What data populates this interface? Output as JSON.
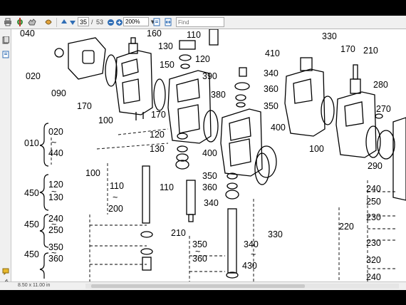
{
  "toolbar": {
    "page_current": "35",
    "page_separator": "/",
    "page_total": "53",
    "zoom": "200%",
    "find_placeholder": "Find",
    "icons": [
      "print-icon",
      "settings-icon",
      "hand-tool-icon",
      "prev-page-icon",
      "next-page-icon",
      "zoom-out-icon",
      "zoom-in-icon",
      "fit-page-icon",
      "fit-width-icon"
    ]
  },
  "status": {
    "page_size": "8.50 x 11.00 in"
  },
  "diagram": {
    "labels": [
      {
        "id": "l040",
        "text": "040"
      },
      {
        "id": "l160",
        "text": "160"
      },
      {
        "id": "l110a",
        "text": "110"
      },
      {
        "id": "l130a",
        "text": "130"
      },
      {
        "id": "l120a",
        "text": "120"
      },
      {
        "id": "l150",
        "text": "150"
      },
      {
        "id": "l390",
        "text": "390"
      },
      {
        "id": "l410",
        "text": "410"
      },
      {
        "id": "l340a",
        "text": "340"
      },
      {
        "id": "l380",
        "text": "380"
      },
      {
        "id": "l360a",
        "text": "360"
      },
      {
        "id": "l350a",
        "text": "350"
      },
      {
        "id": "l330a",
        "text": "330"
      },
      {
        "id": "l170a",
        "text": "170"
      },
      {
        "id": "l210a",
        "text": "210"
      },
      {
        "id": "l280",
        "text": "280"
      },
      {
        "id": "l270",
        "text": "270"
      },
      {
        "id": "l020a",
        "text": "020"
      },
      {
        "id": "l090",
        "text": "090"
      },
      {
        "id": "l170b",
        "text": "170"
      },
      {
        "id": "l170c",
        "text": "170"
      },
      {
        "id": "l100a",
        "text": "100"
      },
      {
        "id": "l010",
        "text": "010"
      },
      {
        "id": "l020b",
        "text": "020"
      },
      {
        "id": "l440",
        "text": "440"
      },
      {
        "id": "l120b",
        "text": "120"
      },
      {
        "id": "l130b",
        "text": "130"
      },
      {
        "id": "l400a",
        "text": "400"
      },
      {
        "id": "l400b",
        "text": "400"
      },
      {
        "id": "l100b",
        "text": "100"
      },
      {
        "id": "l100c",
        "text": "100"
      },
      {
        "id": "l290",
        "text": "290"
      },
      {
        "id": "l110b",
        "text": "110"
      },
      {
        "id": "l110c",
        "text": "110"
      },
      {
        "id": "l200",
        "text": "200"
      },
      {
        "id": "l350b",
        "text": "350"
      },
      {
        "id": "l360b",
        "text": "360"
      },
      {
        "id": "l340b",
        "text": "340"
      },
      {
        "id": "l450a",
        "text": "450"
      },
      {
        "id": "l120c",
        "text": "120"
      },
      {
        "id": "l130c",
        "text": "130"
      },
      {
        "id": "l240a",
        "text": "240"
      },
      {
        "id": "l250a",
        "text": "250"
      },
      {
        "id": "l230a",
        "text": "230"
      },
      {
        "id": "l450b",
        "text": "450"
      },
      {
        "id": "l240b",
        "text": "240"
      },
      {
        "id": "l250b",
        "text": "250"
      },
      {
        "id": "l210b",
        "text": "210"
      },
      {
        "id": "l330b",
        "text": "330"
      },
      {
        "id": "l220",
        "text": "220"
      },
      {
        "id": "l450c",
        "text": "450"
      },
      {
        "id": "l350c",
        "text": "350"
      },
      {
        "id": "l360c",
        "text": "360"
      },
      {
        "id": "l350d",
        "text": "350"
      },
      {
        "id": "l360d",
        "text": "360"
      },
      {
        "id": "l340c",
        "text": "340"
      },
      {
        "id": "l430",
        "text": "430"
      },
      {
        "id": "l230b",
        "text": "230"
      },
      {
        "id": "l320",
        "text": "320"
      },
      {
        "id": "l240c",
        "text": "240"
      },
      {
        "id": "tilde1",
        "text": "~"
      },
      {
        "id": "tilde2",
        "text": "~"
      },
      {
        "id": "tilde3",
        "text": "~"
      },
      {
        "id": "tilde4",
        "text": "~"
      },
      {
        "id": "tilde5",
        "text": "~"
      },
      {
        "id": "tilde6",
        "text": "~"
      },
      {
        "id": "tilde7",
        "text": "~"
      }
    ]
  }
}
